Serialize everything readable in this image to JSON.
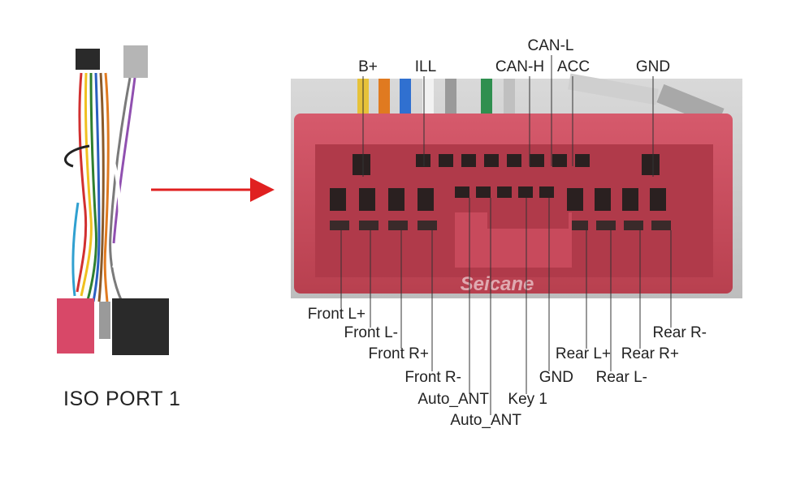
{
  "title": "ISO PORT 1",
  "watermark": "Seicane",
  "colors": {
    "connector_body": "#c84a5c",
    "connector_dark": "#2a2020",
    "arrow": "#e02020",
    "label_text": "#222222",
    "leader_line": "#333333"
  },
  "pins": [
    {
      "id": "b-plus",
      "label": "B+"
    },
    {
      "id": "ill",
      "label": "ILL"
    },
    {
      "id": "can-l",
      "label": "CAN-L"
    },
    {
      "id": "can-h",
      "label": "CAN-H"
    },
    {
      "id": "acc",
      "label": "ACC"
    },
    {
      "id": "gnd-top",
      "label": "GND"
    },
    {
      "id": "front-l-plus",
      "label": "Front L+"
    },
    {
      "id": "front-l-minus",
      "label": "Front L-"
    },
    {
      "id": "front-r-plus",
      "label": "Front R+"
    },
    {
      "id": "front-r-minus",
      "label": "Front R-"
    },
    {
      "id": "auto-ant-1",
      "label": "Auto_ANT"
    },
    {
      "id": "auto-ant-2",
      "label": "Auto_ANT"
    },
    {
      "id": "key1",
      "label": "Key 1"
    },
    {
      "id": "gnd-bottom",
      "label": "GND"
    },
    {
      "id": "rear-l-plus",
      "label": "Rear L+"
    },
    {
      "id": "rear-l-minus",
      "label": "Rear L-"
    },
    {
      "id": "rear-r-plus",
      "label": "Rear R+"
    },
    {
      "id": "rear-r-minus",
      "label": "Rear R-"
    }
  ]
}
